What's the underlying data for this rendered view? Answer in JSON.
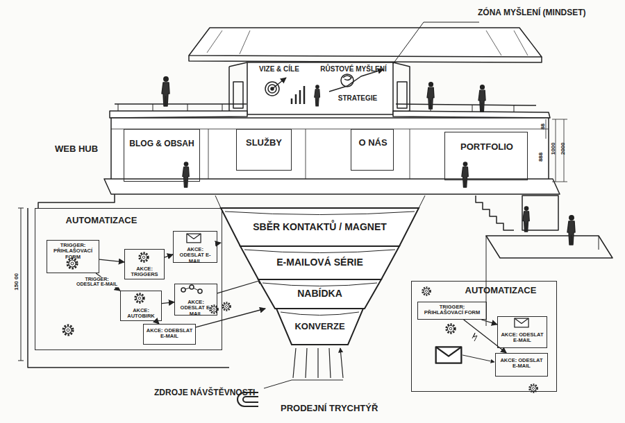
{
  "diagram": {
    "caption": "PRODEJNÍ TRYCHTÝŘ",
    "nodes": [
      {
        "text": [
          "VIZE & CÍLE",
          "RŮSTOVÉ MYŠLENÍ",
          "STRATEGIE"
        ]
      },
      {
        "text": [
          "WEB HUB"
        ]
      },
      {
        "text": [
          "BLOG & OBSAH"
        ],
        "in": 1
      },
      {
        "text": [
          "SLUŽBY"
        ],
        "in": 1
      },
      {
        "text": [
          "O NÁS"
        ],
        "in": 1
      },
      {
        "text": [
          "PORTFOLIO"
        ],
        "in": 1
      },
      {
        "text": [
          "SBĚR KONTAKTŮ / MAGNET"
        ]
      },
      {
        "text": [
          "E-MAILOVÁ SÉRIE"
        ]
      },
      {
        "text": [
          "NABÍDKA"
        ]
      },
      {
        "text": [
          "KONVERZE"
        ]
      },
      {
        "text": [
          "AUTOMATIZACE"
        ]
      },
      {
        "text": [
          "TRIGGER: PŘIHLAŠOVACÍ FORM"
        ],
        "in": 10
      },
      {
        "text": [
          "AKCE: TRIGGERS"
        ],
        "in": 10
      },
      {
        "text": [
          "AKCE: ODESLAT E-MAIL"
        ],
        "in": 10
      },
      {
        "text": [
          "AKCE: AUTOBIRK"
        ],
        "in": 10
      },
      {
        "text": [
          "AKCE: ODESLAT E-MAIL"
        ],
        "in": 10
      },
      {
        "text": [
          "AKCE: ODEBSLAT E-MAIL"
        ],
        "in": 10
      },
      {
        "text": [
          "AUTOMATIZACE"
        ]
      },
      {
        "text": [
          "TRIGGER: PŘIHLAŠOVACÍ FORM"
        ],
        "in": 17
      },
      {
        "text": [
          "AKCE: ODESLAT E-MAIL"
        ],
        "in": 17
      },
      {
        "text": [
          "AKCE: ODESLAT E-MAIL"
        ],
        "in": 17
      }
    ],
    "edges": [
      {
        "from": 11,
        "to": 12,
        "arrow": "to"
      },
      {
        "from": 12,
        "to": 13,
        "arrow": "to"
      },
      {
        "from": 11,
        "to": 14,
        "label": "TRIGGER: ODESLAT E-MAIL",
        "arrow": "to"
      },
      {
        "from": 14,
        "to": 15,
        "arrow": "to"
      },
      {
        "from": 14,
        "to": 16,
        "arrow": "to"
      },
      {
        "from": 13,
        "to": 6,
        "arrow": "to"
      },
      {
        "from": 15,
        "to": 7,
        "arrow": "to"
      },
      {
        "from": 16,
        "to": 8,
        "arrow": "to"
      },
      {
        "from": 18,
        "to": 19,
        "arrow": "to"
      },
      {
        "from": 18,
        "to": 20,
        "arrow": "to"
      }
    ],
    "labels": [
      "ZÓNA MYŠLENÍ (MINDSET)",
      "88",
      "1000",
      "2000",
      "888",
      "150 00",
      "ZDROJE NÁVŠTĚVNOSTI"
    ]
  }
}
